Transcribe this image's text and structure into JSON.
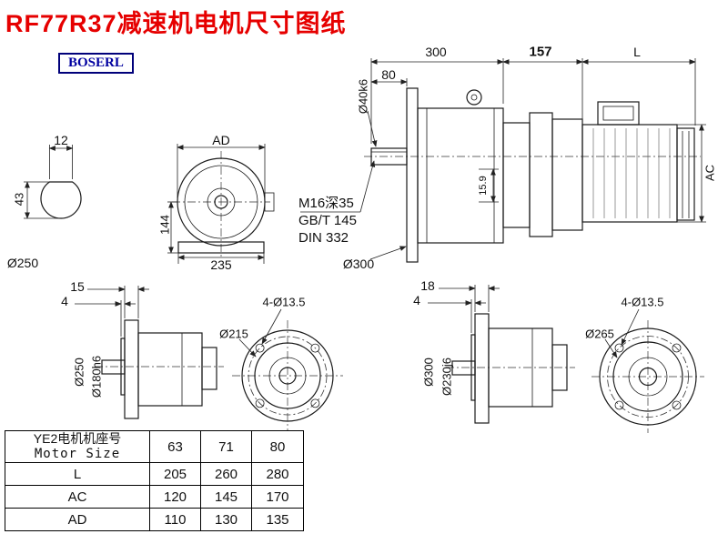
{
  "title": "RF77R37减速机电机尺寸图纸",
  "logo": "BOSERL",
  "colors": {
    "title_red": "#e60000",
    "logo_blue": "#0000a0",
    "line_black": "#1a1a1a"
  },
  "labels": {
    "d300": "300",
    "d157": "157",
    "L": "L",
    "d80": "80",
    "shaft_dia": "Ø40k6",
    "ac": "AC",
    "key": "15.9",
    "tap1": "M16深35",
    "tap2": "GB/T 145",
    "tap3": "DIN 332",
    "flange300": "Ø300",
    "key_w": "12",
    "key_h": "43",
    "ad": "AD",
    "h144": "144",
    "w235": "235",
    "dia250": "Ø250",
    "bl_15": "15",
    "bl_4": "4",
    "bl_od": "Ø250",
    "bl_spigot": "Ø180h6",
    "bl_holes": "4-Ø13.5",
    "bl_bc": "Ø215",
    "br_18": "18",
    "br_4": "4",
    "br_od": "Ø300",
    "br_spigot": "Ø230j6",
    "br_holes": "4-Ø13.5",
    "br_bc": "Ø265"
  },
  "table": {
    "header_cn": "YE2电机机座号",
    "header_en": "Motor Size",
    "sizes": [
      "63",
      "71",
      "80"
    ],
    "rows": [
      {
        "label": "L",
        "values": [
          "205",
          "260",
          "280"
        ]
      },
      {
        "label": "AC",
        "values": [
          "120",
          "145",
          "170"
        ]
      },
      {
        "label": "AD",
        "values": [
          "110",
          "130",
          "135"
        ]
      }
    ]
  }
}
